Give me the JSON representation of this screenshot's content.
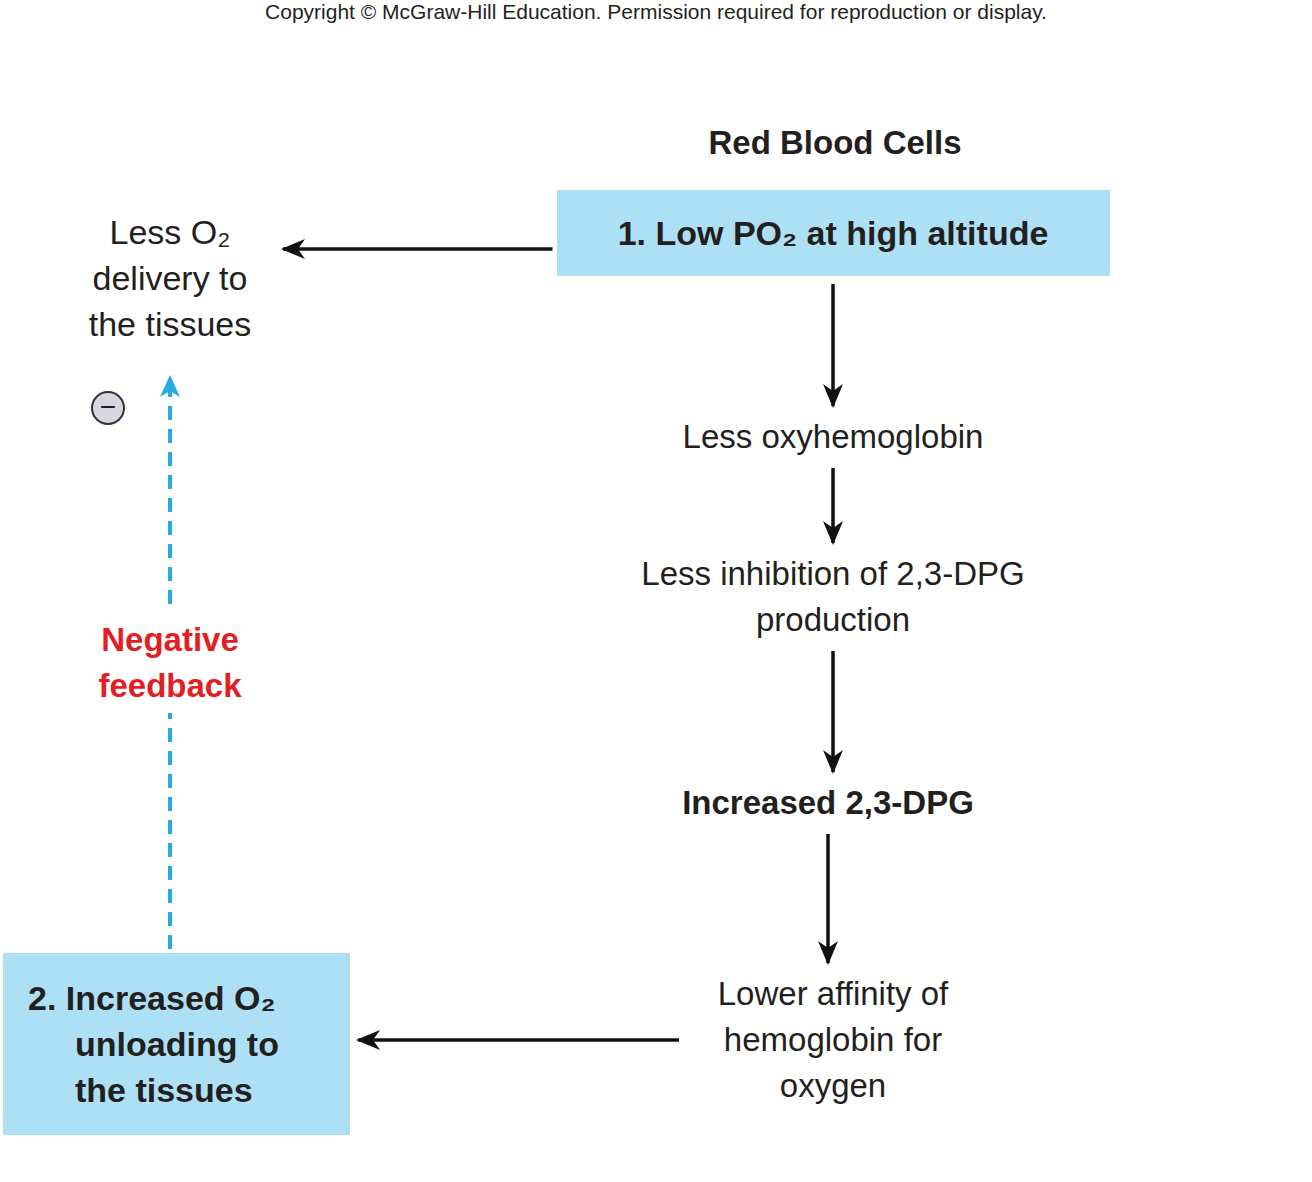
{
  "diagram": {
    "nodes": [
      {
        "text": [
          "Red Blood Cells"
        ]
      },
      {
        "text": [
          "1. Low PO₂ at high altitude"
        ],
        "in": 0
      },
      {
        "text": [
          "Less oxyhemoglobin"
        ],
        "in": 0
      },
      {
        "text": [
          "Less inhibition of 2,3-DPG production"
        ],
        "in": 0
      },
      {
        "text": [
          "Increased 2,3-DPG"
        ],
        "in": 0
      },
      {
        "text": [
          "Lower affinity of hemoglobin for oxygen"
        ],
        "in": 0
      },
      {
        "text": [
          "Less O₂ delivery to the tissues"
        ]
      },
      {
        "text": [
          "2. Increased O₂ unloading to the tissues"
        ]
      }
    ],
    "edges": [
      {
        "from": 1,
        "to": 6,
        "arrow": "to"
      },
      {
        "from": 1,
        "to": 2,
        "arrow": "to"
      },
      {
        "from": 2,
        "to": 3,
        "arrow": "to"
      },
      {
        "from": 3,
        "to": 4,
        "arrow": "to"
      },
      {
        "from": 4,
        "to": 5,
        "arrow": "to"
      },
      {
        "from": 5,
        "to": 7,
        "arrow": "to"
      },
      {
        "from": 7,
        "to": 6,
        "label": "Negative feedback",
        "arrow": "to"
      }
    ],
    "labels": [
      "Copyright © McGraw-Hill Education. Permission required for reproduction or display.",
      "−"
    ]
  }
}
